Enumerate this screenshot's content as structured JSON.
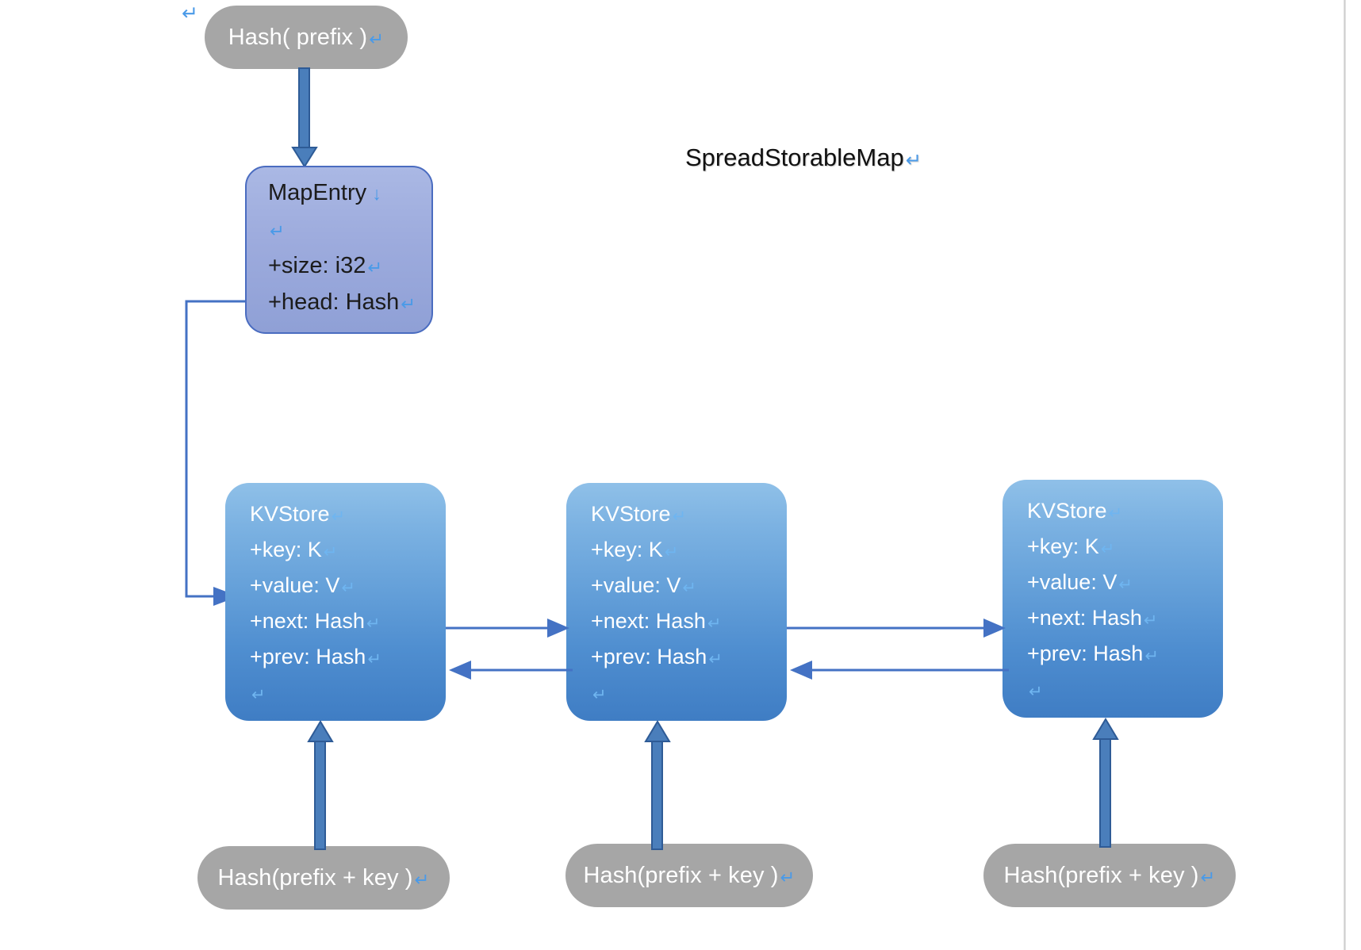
{
  "diagram": {
    "title": "SpreadStorableMap",
    "pilcrow_glyph": "↵",
    "softbreak_glyph": "↓",
    "colors": {
      "pill_fill": "#a6a6a6",
      "pill_text": "#ffffff",
      "mapentry_fill_top": "#aab8e4",
      "mapentry_fill_bottom": "#8fa0d6",
      "mapentry_border": "#4a6cc0",
      "kvstore_fill_top": "#8fc0e8",
      "kvstore_fill_bottom": "#3f7dc4",
      "kvstore_text": "#ffffff",
      "arrow_thin": "#4472c4",
      "arrow_thick": "#4a7ebb",
      "arrow_thick_stroke": "#2e5b96",
      "mark_blue": "#4a9ae8",
      "title_text": "#111111"
    }
  },
  "nodes": {
    "hash_prefix": {
      "label": "Hash( prefix )"
    },
    "map_entry": {
      "class_name": "MapEntry",
      "fields": [
        "+size: i32",
        "+head: Hash"
      ]
    },
    "kvstores": [
      {
        "class_name": "KVStore",
        "fields": [
          "+key: K",
          "+value: V",
          "+next: Hash",
          "+prev: Hash"
        ],
        "hash_label": "Hash(prefix + key )"
      },
      {
        "class_name": "KVStore",
        "fields": [
          "+key: K",
          "+value: V",
          "+next: Hash",
          "+prev: Hash"
        ],
        "hash_label": "Hash(prefix + key )"
      },
      {
        "class_name": "KVStore",
        "fields": [
          "+key: K",
          "+value: V",
          "+next: Hash",
          "+prev: Hash"
        ],
        "hash_label": "Hash(prefix + key )"
      }
    ]
  },
  "stray_marks": {
    "top_left_return": "↵"
  }
}
